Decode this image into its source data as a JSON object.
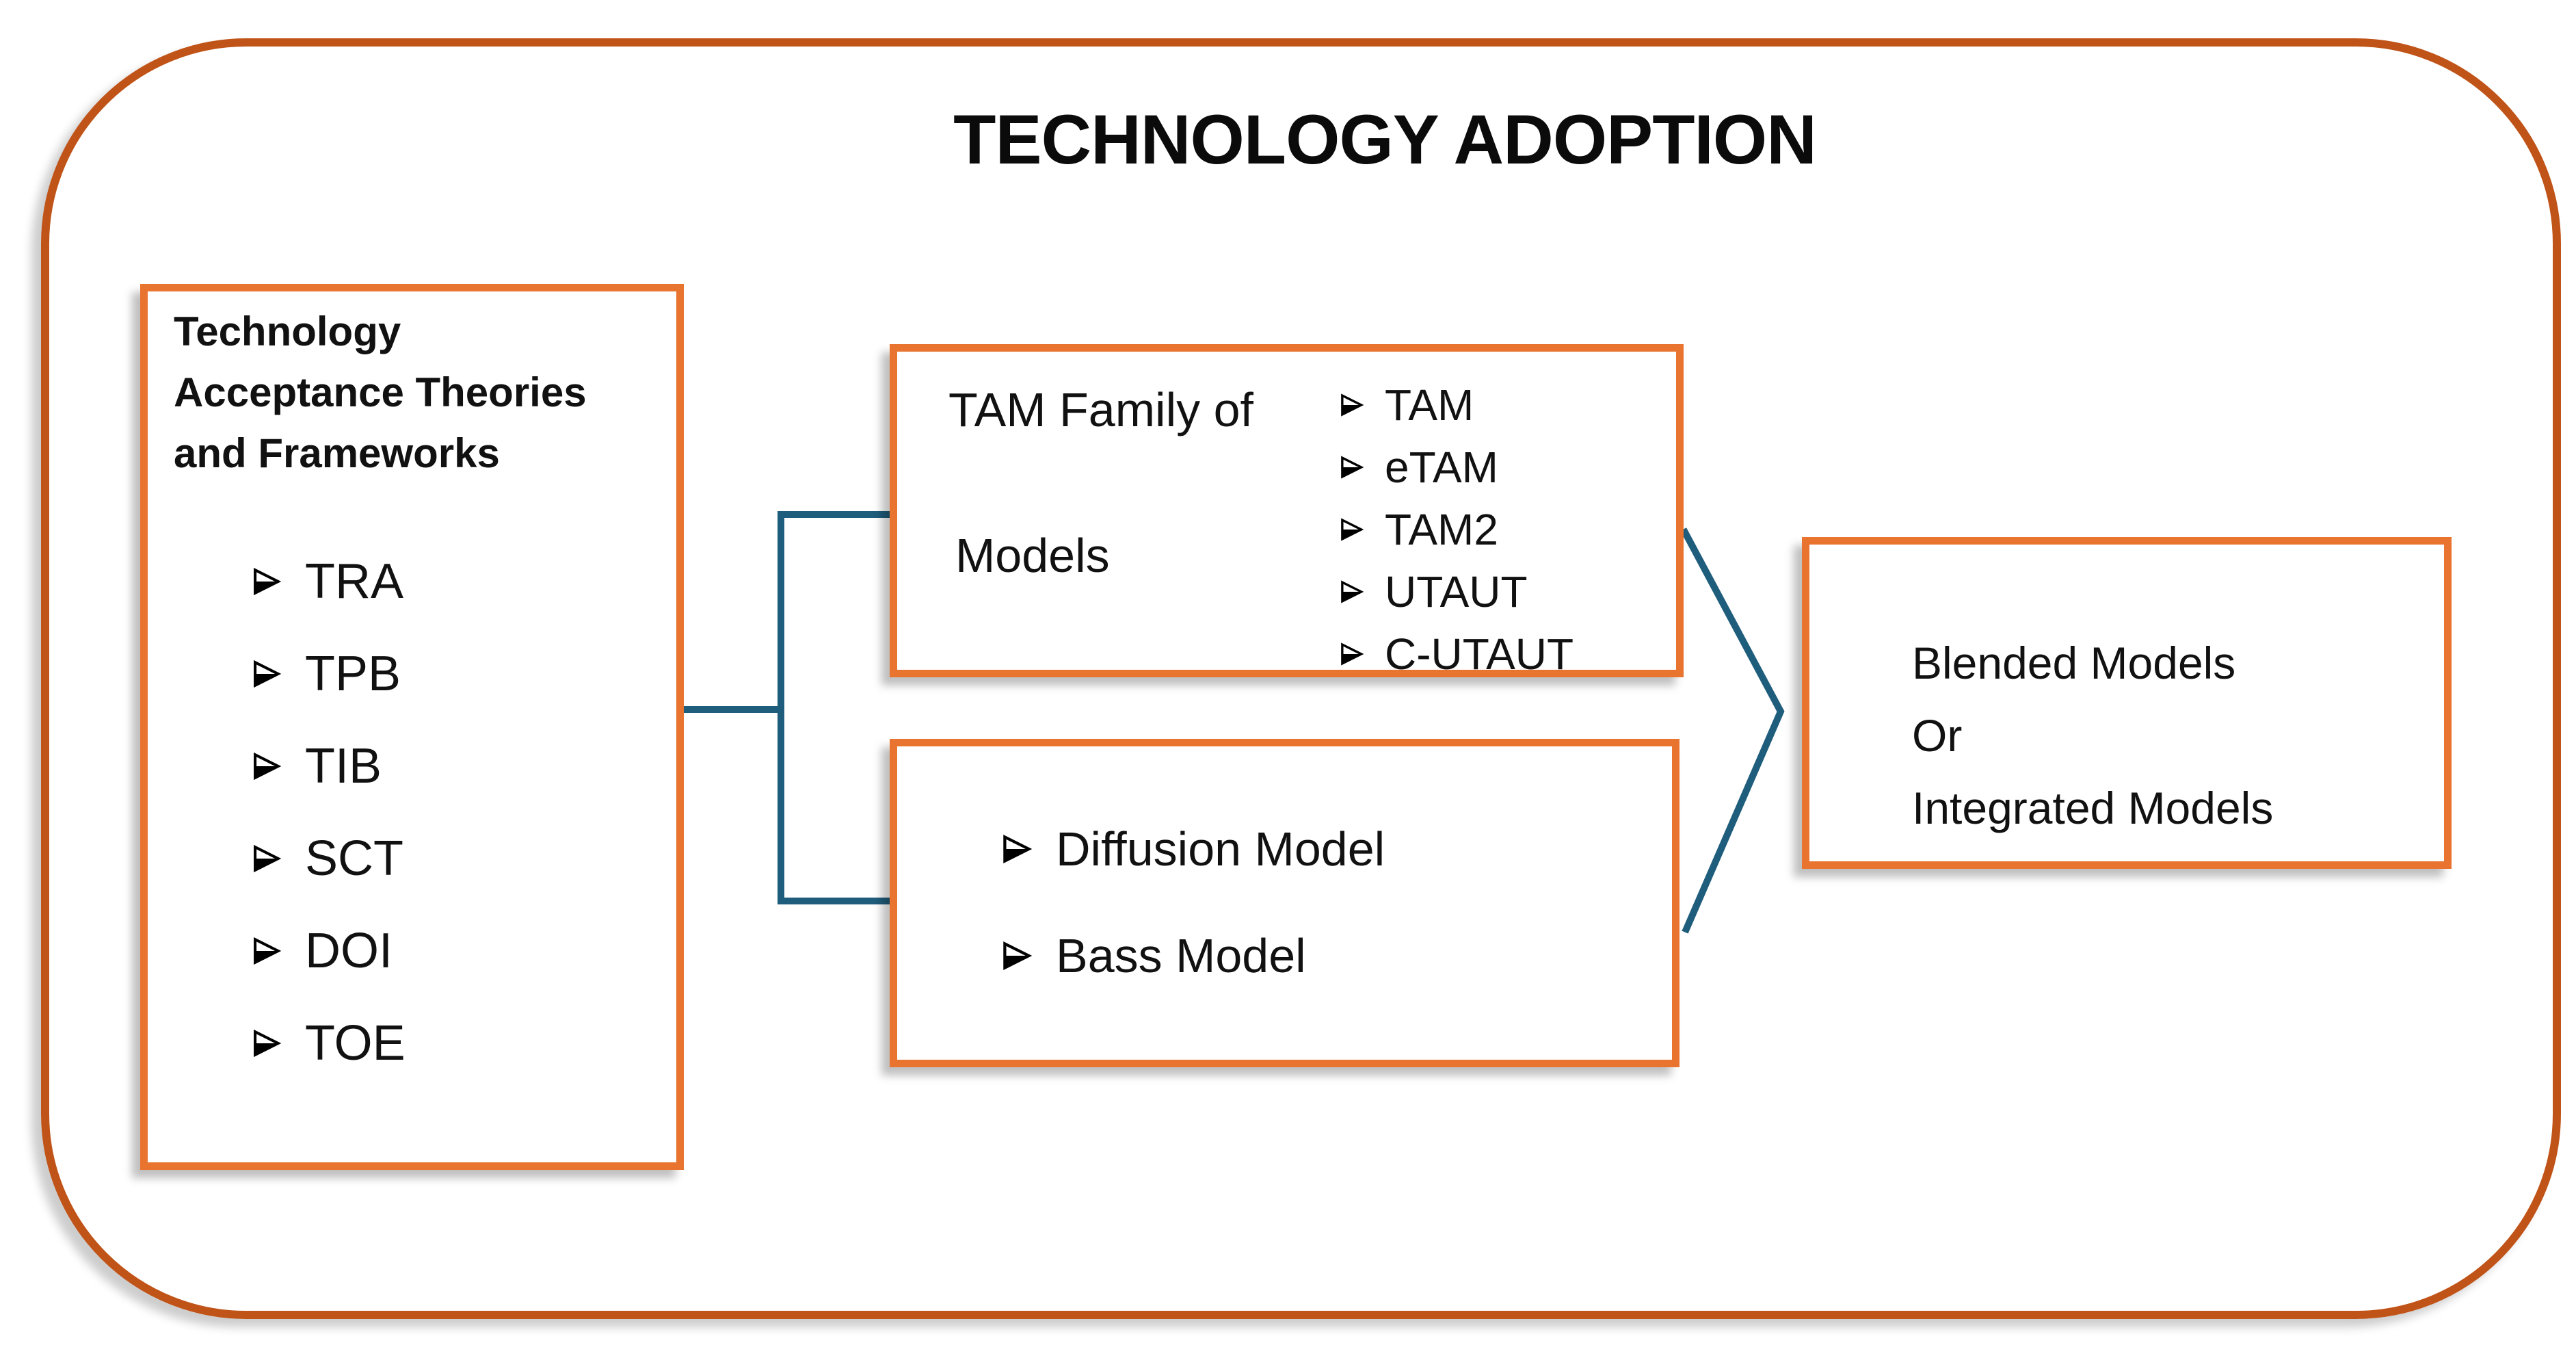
{
  "title": "TECHNOLOGY ADOPTION",
  "colors": {
    "frame_border": "#C05317",
    "box_border": "#E87430",
    "connector": "#1F5D7C",
    "text": "#111111"
  },
  "left_box": {
    "heading": "Technology\nAcceptance Theories\nand Frameworks",
    "items": [
      "TRA",
      "TPB",
      "TIB",
      "SCT",
      "DOI",
      "TOE"
    ]
  },
  "tam_box": {
    "label_line1": "TAM Family of",
    "label_line2": "Models",
    "items": [
      "TAM",
      "eTAM",
      "TAM2",
      "UTAUT",
      "C-UTAUT"
    ]
  },
  "diffusion_box": {
    "items": [
      "Diffusion Model",
      "Bass Model"
    ]
  },
  "blended_box": {
    "text": "Blended Models\nOr\nIntegrated Models"
  }
}
